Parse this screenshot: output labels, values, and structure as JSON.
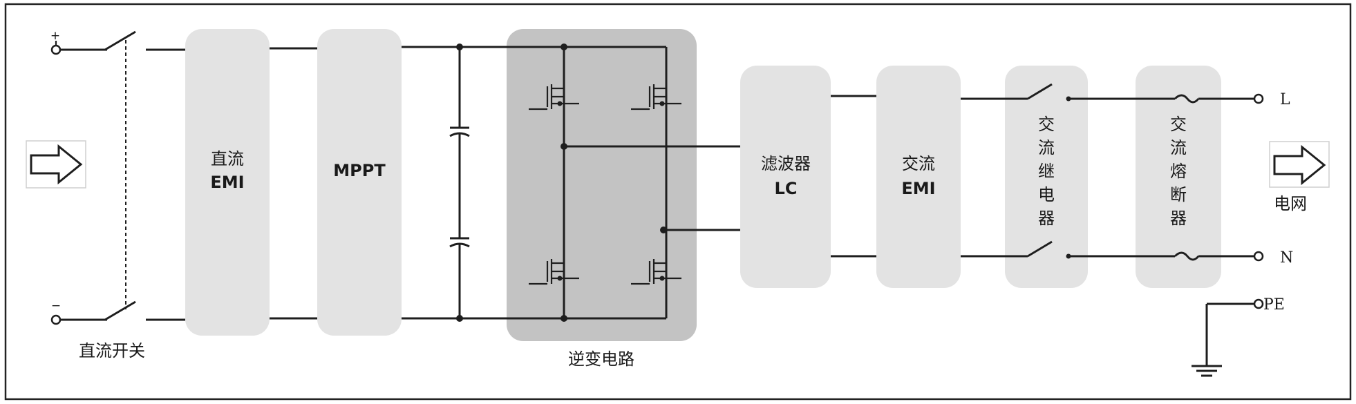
{
  "terminals": {
    "dc_plus": "+",
    "dc_minus": "−",
    "ac_l": "L",
    "ac_n": "N",
    "pe": "PE"
  },
  "labels": {
    "dc_switch": "直流开关",
    "inverter_circuit": "逆变电路",
    "grid": "电网"
  },
  "blocks": {
    "dc_emi": {
      "line1": "直流",
      "line2": "EMI"
    },
    "mppt": {
      "line1": "MPPT"
    },
    "lc_filter": {
      "line1": "滤波器",
      "line2": "LC"
    },
    "ac_emi": {
      "line1": "交流",
      "line2": "EMI"
    },
    "ac_relay": {
      "chars": [
        "交",
        "流",
        "继",
        "电",
        "器"
      ]
    },
    "ac_fuse": {
      "chars": [
        "交",
        "流",
        "熔",
        "断",
        "器"
      ]
    }
  },
  "colors": {
    "block_fill": "#e3e3e3",
    "inverter_fill": "#c3c3c3",
    "line": "#1e1e1e",
    "frame": "#222222"
  },
  "icons": {
    "input_arrow": "hollow-right-arrow-icon",
    "output_arrow": "hollow-right-arrow-icon",
    "ground": "ground-icon",
    "capacitor": "capacitor-icon",
    "mosfet": "mosfet-icon",
    "fuse": "fuse-icon",
    "switch": "switch-icon"
  }
}
